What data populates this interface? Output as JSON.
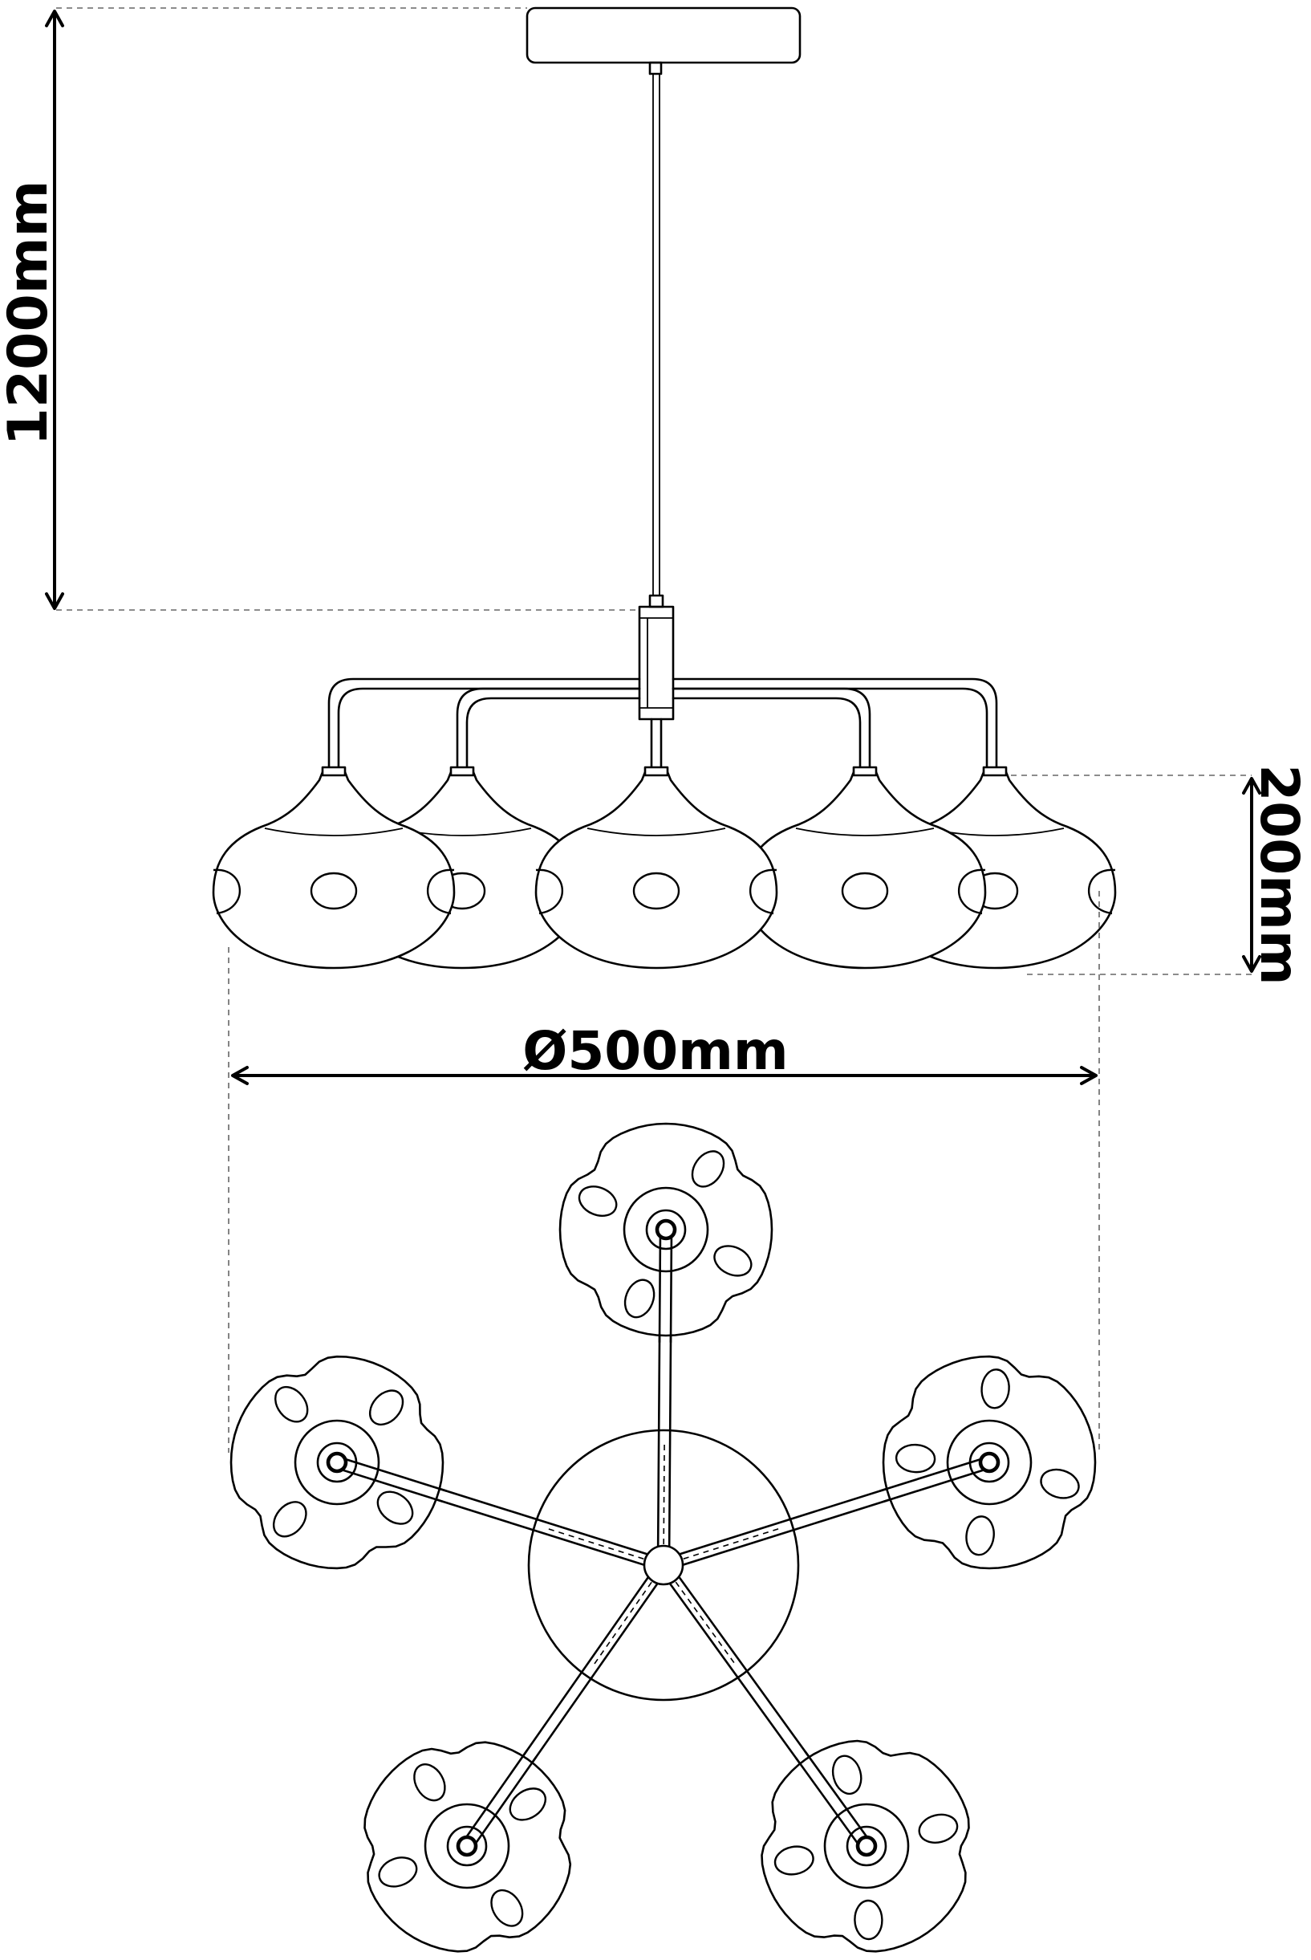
{
  "dimensions": {
    "drop_height": "1200mm",
    "shade_height": "200mm",
    "diameter": "Ø500mm"
  },
  "colors": {
    "line": "#000000",
    "dash": "#666666",
    "background": "#ffffff"
  }
}
